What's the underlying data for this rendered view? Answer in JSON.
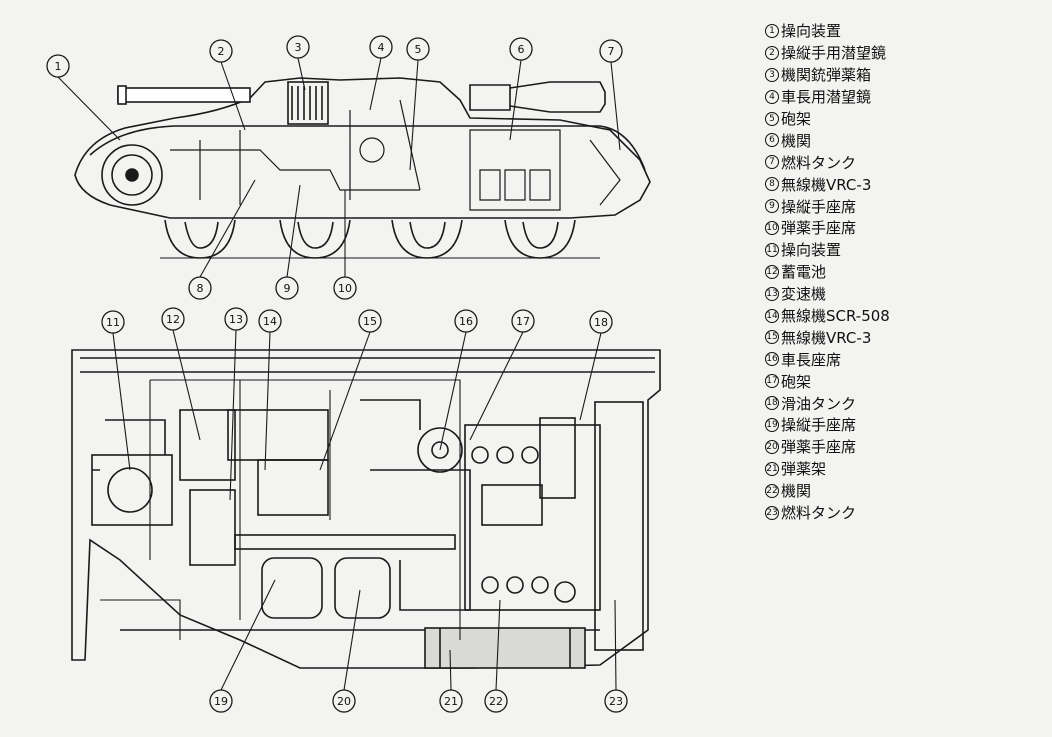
{
  "legend": [
    {
      "num": "1",
      "label": "操向装置"
    },
    {
      "num": "2",
      "label": "操縦手用潜望鏡"
    },
    {
      "num": "3",
      "label": "機関銃弾薬箱"
    },
    {
      "num": "4",
      "label": "車長用潜望鏡"
    },
    {
      "num": "5",
      "label": "砲架"
    },
    {
      "num": "6",
      "label": "機関"
    },
    {
      "num": "7",
      "label": "燃料タンク"
    },
    {
      "num": "8",
      "label": "無線機VRC-3"
    },
    {
      "num": "9",
      "label": "操縦手座席"
    },
    {
      "num": "10",
      "label": "弾薬手座席"
    },
    {
      "num": "11",
      "label": "操向装置"
    },
    {
      "num": "12",
      "label": "蓄電池"
    },
    {
      "num": "13",
      "label": "変速機"
    },
    {
      "num": "14",
      "label": "無線機SCR-508"
    },
    {
      "num": "15",
      "label": "無線機VRC-3"
    },
    {
      "num": "16",
      "label": "車長座席"
    },
    {
      "num": "17",
      "label": "砲架"
    },
    {
      "num": "18",
      "label": "滑油タンク"
    },
    {
      "num": "19",
      "label": "操縦手座席"
    },
    {
      "num": "20",
      "label": "弾薬手座席"
    },
    {
      "num": "21",
      "label": "弾薬架"
    },
    {
      "num": "22",
      "label": "機関"
    },
    {
      "num": "23",
      "label": "燃料タンク"
    }
  ],
  "callouts": {
    "c1": "1",
    "c2": "2",
    "c3": "3",
    "c4": "4",
    "c5": "5",
    "c6": "6",
    "c7": "7",
    "c8": "8",
    "c9": "9",
    "c10": "10",
    "c11": "11",
    "c12": "12",
    "c13": "13",
    "c14": "14",
    "c15": "15",
    "c16": "16",
    "c17": "17",
    "c18": "18",
    "c19": "19",
    "c20": "20",
    "c21": "21",
    "c22": "22",
    "c23": "23"
  }
}
